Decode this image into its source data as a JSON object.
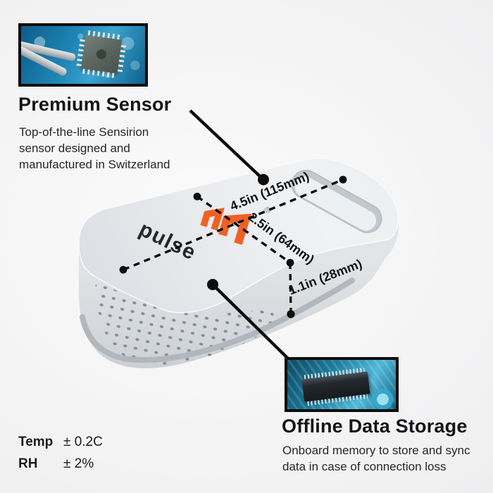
{
  "colors": {
    "accent_orange": "#F06124",
    "line_black": "#0d0d0d",
    "device_body": "#e9ebee",
    "background_edge": "#e8e9ea"
  },
  "device": {
    "brand_wordmark": "pulse",
    "dimension_length": "4.5in (115mm)",
    "dimension_width": "2.5in (64mm)",
    "dimension_height": "1.1in (28mm)"
  },
  "premium_sensor": {
    "title": "Premium Sensor",
    "description": "Top-of-the-line Sensirion sensor designed and manufactured in Switzerland"
  },
  "offline_storage": {
    "title": "Offline Data Storage",
    "description": "Onboard memory to store and sync data in case of connection loss"
  },
  "specs": {
    "rows": [
      {
        "label": "Temp",
        "value": "± 0.2C"
      },
      {
        "label": "RH",
        "value": "± 2%"
      }
    ]
  }
}
